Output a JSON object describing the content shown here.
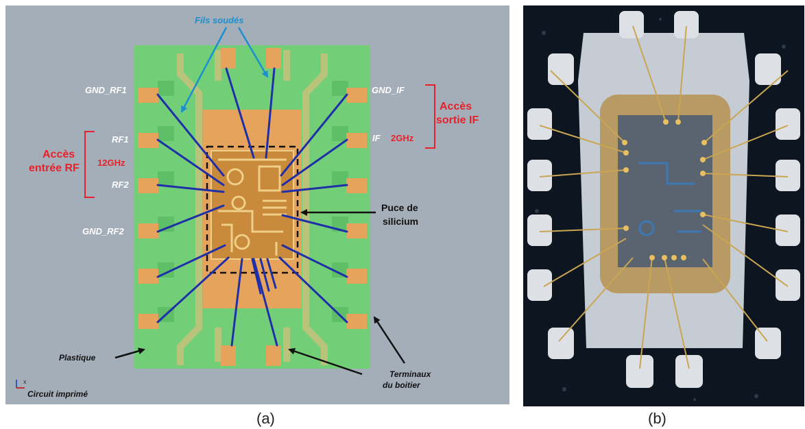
{
  "panel_a": {
    "caption": "(a)",
    "labels": {
      "fils_soudes": "Fils soudés",
      "gnd_rf1": "GND_RF1",
      "rf1": "RF1",
      "rf2": "RF2",
      "gnd_rf2": "GND_RF2",
      "gnd_if": "GND_IF",
      "if": "IF",
      "freq_rf": "12GHz",
      "freq_if": "2GHz",
      "acces_entree_line1": "Accès",
      "acces_entree_line2": "entrée RF",
      "acces_sortie_line1": "Accès",
      "acces_sortie_line2": "sortie IF",
      "puce_line1": "Puce de",
      "puce_line2": "silicium",
      "plastique": "Plastique",
      "terminaux_line1": "Terminaux",
      "terminaux_line2": "du boitier",
      "circuit": "Circuit imprimé"
    },
    "colors": {
      "background": "#a4aeb8",
      "pcb_green": "#72cf78",
      "pad_orange": "#e5a35c",
      "wire_blue": "#1f2fa8",
      "label_red": "#e8202a",
      "label_white": "#ffffff",
      "arrow_blue": "#1b8fd0"
    }
  },
  "panel_b": {
    "caption": "(b)",
    "colors": {
      "background": "#0d1620",
      "pad": "#d9dde3",
      "wire": "#caa552",
      "die": "#5a6370"
    }
  }
}
